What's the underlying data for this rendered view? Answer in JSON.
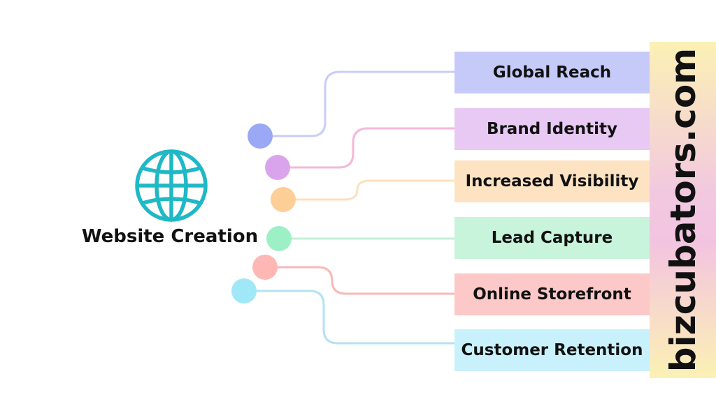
{
  "center": {
    "title": "Website Creation",
    "icon": "globe-icon",
    "icon_color": "#1fb8c6"
  },
  "brand": {
    "text": "bizcubators.com"
  },
  "branches": [
    {
      "label": "Global Reach",
      "color": "#c5caf9",
      "dot_color": "#9ba8f6",
      "line_color": "#c8cdfa"
    },
    {
      "label": "Brand Identity",
      "color": "#e8c9f4",
      "dot_color": "#daa4ec",
      "line_color": "#f4b8da"
    },
    {
      "label": "Increased Visibility",
      "color": "#fde3c2",
      "dot_color": "#fdcf96",
      "line_color": "#fde0bd"
    },
    {
      "label": "Lead Capture",
      "color": "#c9f4dc",
      "dot_color": "#9df0c4",
      "line_color": "#c4f0d8"
    },
    {
      "label": "Online Storefront",
      "color": "#fcc8c8",
      "dot_color": "#fdb7b4",
      "line_color": "#fab8b6"
    },
    {
      "label": "Customer Retention",
      "color": "#c9f1fb",
      "dot_color": "#a0e8f8",
      "line_color": "#b3e2f4"
    }
  ]
}
